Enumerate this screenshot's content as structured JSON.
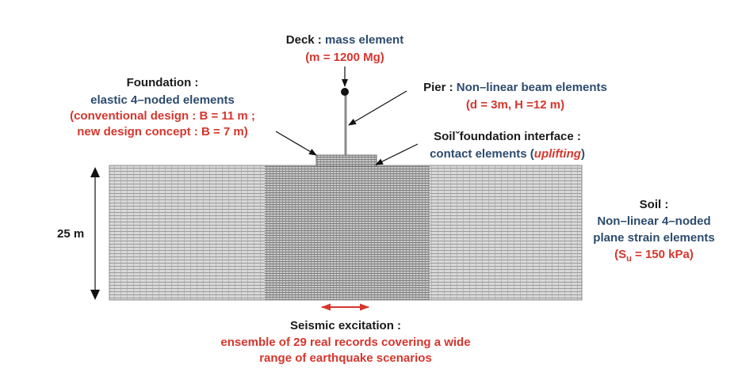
{
  "colors": {
    "label_black": "#1a1a1a",
    "label_blue": "#2d4b6e",
    "label_red": "#d6362d",
    "mesh_fine": "#8a8a8a",
    "mesh_coarse": "#a0a0a0"
  },
  "deck": {
    "title": "Deck :",
    "desc": "mass element",
    "value": "(m = 1200 Mg)"
  },
  "foundation": {
    "title": "Foundation :",
    "desc": "elastic 4–noded elements",
    "line1": "(conventional design : B = 11 m ;",
    "line2": "new design concept : B = 7 m)"
  },
  "pier": {
    "title": "Pier :",
    "desc": "Non–linear beam elements",
    "value": "(d = 3m, H =12 m)"
  },
  "interface": {
    "title": "Soilˇfoundation interface :",
    "desc": "contact elements (",
    "emph": "uplifting",
    "close": ")"
  },
  "soil": {
    "title": "Soil :",
    "line1": "Non–linear 4–noded",
    "line2": "plane strain elements",
    "value_open": "(S",
    "value_sub": "u",
    "value_rest": " = 150 kPa)"
  },
  "depth": {
    "label": "25 m"
  },
  "seismic": {
    "title": "Seismic excitation :",
    "line1": "ensemble of 29 real records covering a wide",
    "line2": "range of earthquake scenarios"
  }
}
